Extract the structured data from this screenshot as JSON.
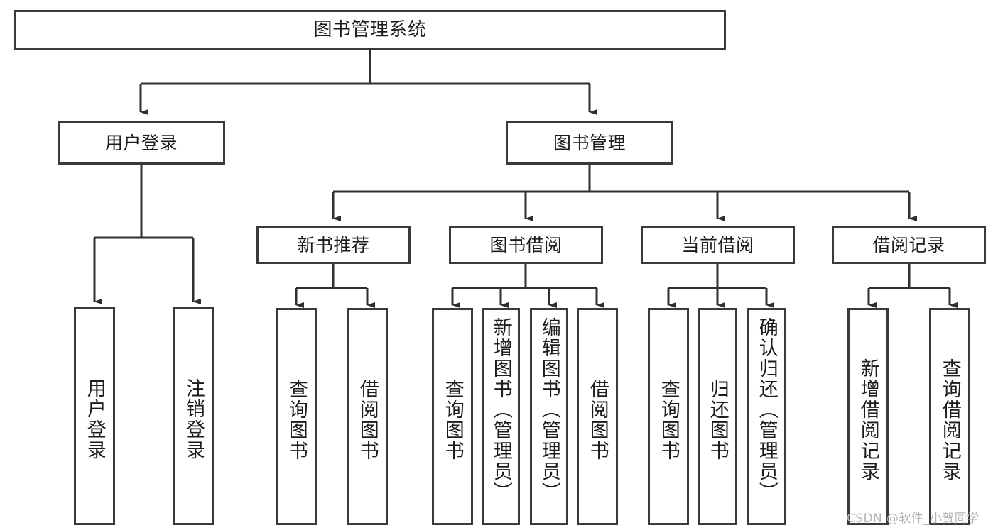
{
  "diagram": {
    "type": "hierarchy-tree",
    "title": "图书管理系统",
    "root": {
      "label": "图书管理系统"
    },
    "level2": [
      {
        "label": "用户登录"
      },
      {
        "label": "图书管理"
      }
    ],
    "level3": [
      {
        "label": "新书推荐"
      },
      {
        "label": "图书借阅"
      },
      {
        "label": "当前借阅"
      },
      {
        "label": "借阅记录"
      }
    ],
    "leaves": {
      "user_login": [
        {
          "label": "用户登录"
        },
        {
          "label": "注销登录"
        }
      ],
      "new_book_recommend": [
        {
          "label": "查询图书"
        },
        {
          "label": "借阅图书"
        }
      ],
      "book_borrow": [
        {
          "label": "查询图书"
        },
        {
          "label": "新增图书（管理员）"
        },
        {
          "label": "编辑图书（管理员）"
        },
        {
          "label": "借阅图书"
        }
      ],
      "current_borrow": [
        {
          "label": "查询图书"
        },
        {
          "label": "归还图书"
        },
        {
          "label": "确认归还（管理员）"
        }
      ],
      "borrow_record": [
        {
          "label": "新增借阅记录"
        },
        {
          "label": "查询借阅记录"
        }
      ]
    }
  },
  "watermark": {
    "text": "CSDN @软件_小贺同学"
  },
  "colors": {
    "stroke": "#3a3a3a",
    "text": "#1c1c1c",
    "background": "#ffffff",
    "watermark": "#b4b4b4"
  }
}
